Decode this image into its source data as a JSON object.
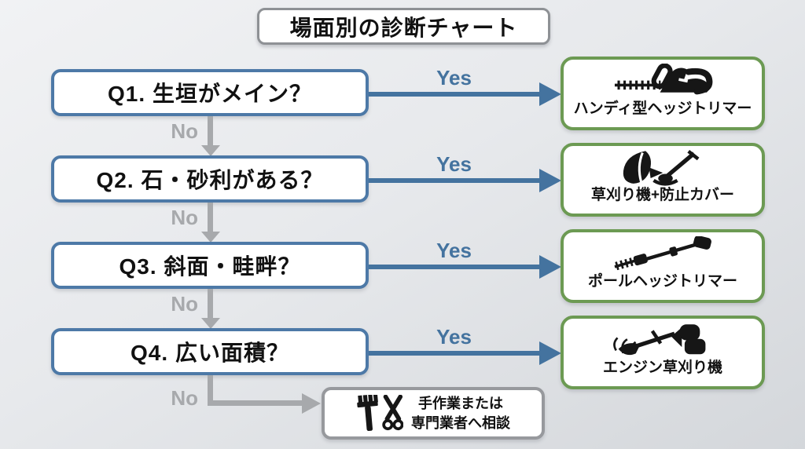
{
  "title": "場面別の診断チャート",
  "labels": {
    "yes": "Yes",
    "no": "No"
  },
  "colors": {
    "question_border": "#4d79a7",
    "yes_arrow": "#44739f",
    "no_connector": "#a7a9ac",
    "answer_border": "#6c9a53",
    "fallback_border": "#97999d",
    "title_border": "#8e9195",
    "box_fill": "#ffffff",
    "ink": "#111111"
  },
  "flow": {
    "questions": [
      {
        "label": "Q1. 生垣がメイン？",
        "answer": "ハンディ型ヘッジトリマー",
        "icon": "handheld-hedge-trimmer-icon"
      },
      {
        "label": "Q2. 石・砂利がある？",
        "answer": "草刈り機+防止カバー",
        "icon": "brushcutter-with-guard-icon"
      },
      {
        "label": "Q3. 斜面・畦畔？",
        "answer": "ポールヘッジトリマー",
        "icon": "pole-hedge-trimmer-icon"
      },
      {
        "label": "Q4. 広い面積？",
        "answer": "エンジン草刈り機",
        "icon": "engine-brushcutter-icon"
      }
    ],
    "fallback": {
      "line1": "手作業または",
      "line2": "専門業者へ相談",
      "icons": [
        "hand-rake-icon",
        "pruning-shears-icon"
      ]
    }
  }
}
